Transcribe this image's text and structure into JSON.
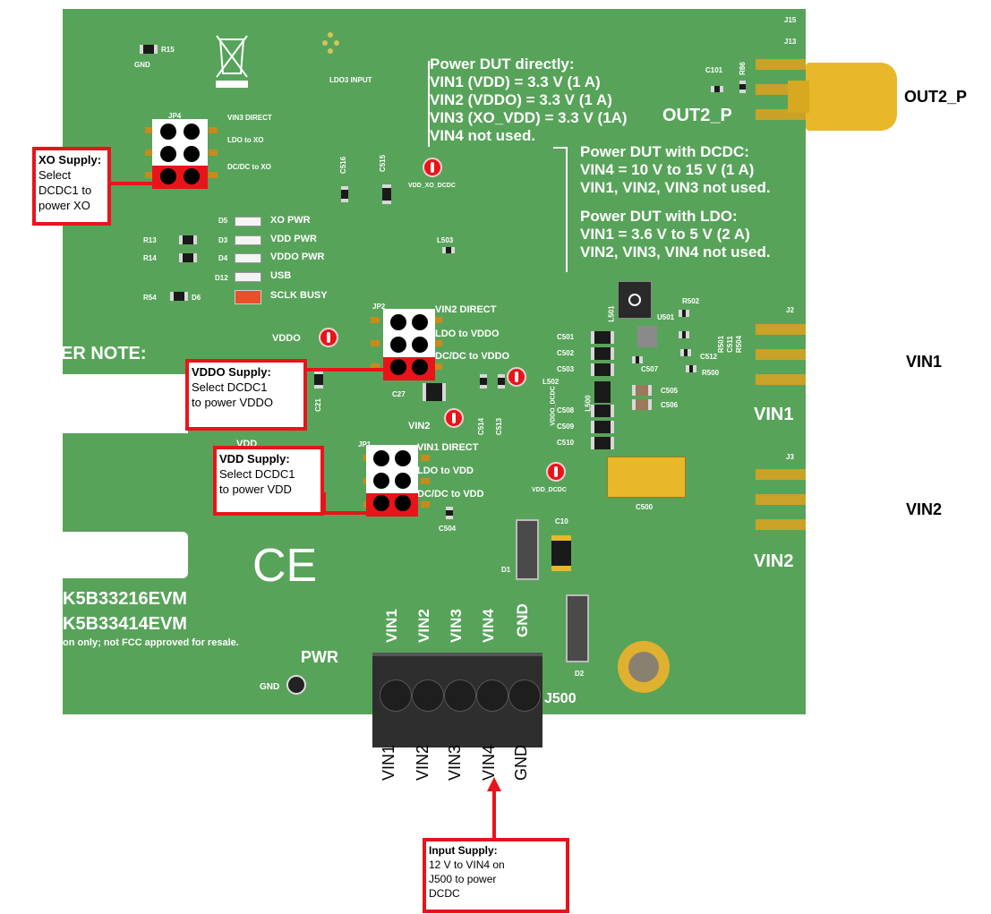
{
  "board": {
    "note_block1": [
      "Power DUT directly:",
      "VIN1 (VDD) = 3.3 V (1 A)",
      "VIN2 (VDDO) = 3.3 V (1 A)",
      "VIN3 (XO_VDD) = 3.3 V (1A)",
      "VIN4 not used."
    ],
    "note_block2": [
      "Power DUT with DCDC:",
      "VIN4 = 10 V to 15 V (1 A)",
      "VIN1, VIN2, VIN3 not used."
    ],
    "note_block3": [
      "Power DUT with LDO:",
      "VIN1 = 3.6 V to 5 V (2 A)",
      "VIN2, VIN3, VIN4 not used."
    ],
    "out2_p_board": "OUT2_P",
    "er_note": "ER NOTE:",
    "model1": "K5B33216EVM",
    "model2": "K5B33414EVM",
    "fcc": "on only; not FCC approved for resale.",
    "pwr": "PWR",
    "gnd_bottom": "GND",
    "j500": "J500",
    "vin1_board": "VIN1",
    "vin2_board": "VIN2",
    "ce": "CE",
    "block_pins": [
      "VIN1",
      "VIN2",
      "VIN3",
      "VIN4",
      "GND"
    ],
    "silk": {
      "gnd_top": "GND",
      "r15": "R15",
      "ldo3": "LDO3 INPUT",
      "jp4": "JP4",
      "vin3_direct": "VIN3 DIRECT",
      "ldo_xo": "LDO to XO",
      "dcdc_xo": "DC/DC to XO",
      "c516": "C516",
      "c515": "C515",
      "vdd_xo_dcdc": "VDD_XO_DCDC",
      "d5": "D5",
      "xo_pwr": "XO PWR",
      "r13": "R13",
      "d3": "D3",
      "vdd_pwr": "VDD PWR",
      "r14": "R14",
      "d4": "D4",
      "vddo_pwr": "VDDO PWR",
      "d12": "D12",
      "usb": "USB",
      "r54": "R54",
      "d6": "D6",
      "sclk": "SCLK BUSY",
      "l503": "L503",
      "jp2": "JP2",
      "vin2_direct": "VIN2 DIRECT",
      "ldo_vddo": "LDO to VDDO",
      "dcdc_vddo": "DC/DC to VDDO",
      "vddo": "VDDO",
      "c21": "C21",
      "c27": "C27",
      "vin2_tp": "VIN2",
      "c514": "C514",
      "c513": "C513",
      "vddo_dcdc": "VDDO_DCDC",
      "l502": "L502",
      "l500": "L500",
      "jp1": "JP1",
      "vin1_direct": "VIN1 DIRECT",
      "ldo_vdd": "LDO to VDD",
      "dcdc_vdd": "DC/DC to VDD",
      "vdd": "VDD",
      "c504": "C504",
      "vdd_dcdc": "VDD_DCDC",
      "c501": "C501",
      "c502": "C502",
      "c503": "C503",
      "c508": "C508",
      "c509": "C509",
      "c510": "C510",
      "c507": "C507",
      "c505": "C505",
      "c506": "C506",
      "c512": "C512",
      "r500": "R500",
      "r502": "R502",
      "u501": "U501",
      "l501": "L501",
      "c500": "C500",
      "c10": "C10",
      "d1": "D1",
      "d2": "D2",
      "j15": "J15",
      "j13": "J13",
      "j2": "J2",
      "j3": "J3",
      "c101": "C101",
      "r86": "R86",
      "r501": "R501",
      "c511": "C511",
      "r504": "R504"
    }
  },
  "external": {
    "out2_p": "OUT2_P",
    "vin1": "VIN1",
    "vin2": "VIN2",
    "pin_labels": [
      "VIN1",
      "VIN2",
      "VIN3",
      "VIN4",
      "GND"
    ]
  },
  "callouts": {
    "xo": {
      "title": "XO Supply:",
      "body": [
        "Select",
        "DCDC1 to",
        "power XO"
      ]
    },
    "vddo": {
      "title": "VDDO Supply:",
      "body": [
        "Select DCDC1",
        "to power VDDO"
      ]
    },
    "vdd": {
      "title": "VDD Supply:",
      "body": [
        "Select DCDC1",
        "to power VDD"
      ]
    },
    "input": {
      "title": "Input Supply:",
      "body": [
        "12 V to VIN4 on",
        "J500 to power",
        "DCDC"
      ]
    }
  },
  "colors": {
    "board": "#58a35a",
    "callout_border": "#e8141a",
    "gold": "#e8b82a"
  }
}
